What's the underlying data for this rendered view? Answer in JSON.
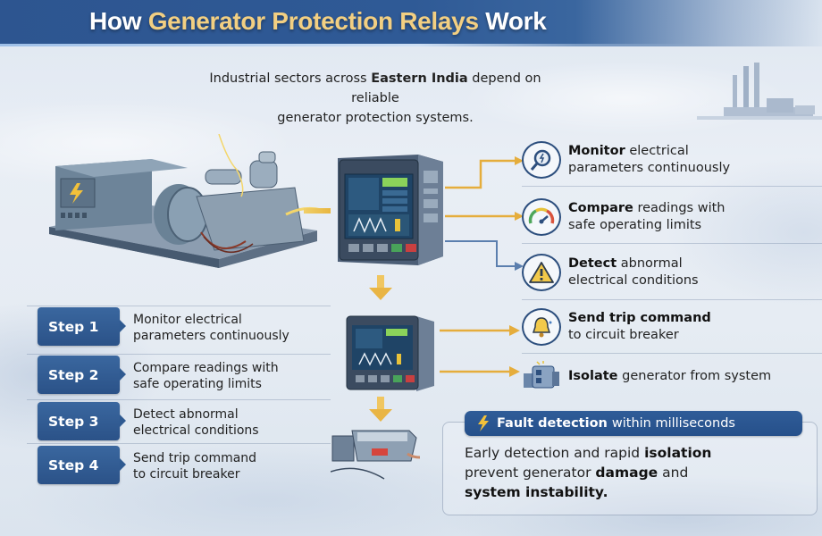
{
  "header": {
    "title_prefix": "How ",
    "title_highlight": "Generator Protection Relays",
    "title_suffix": " Work"
  },
  "intro": {
    "line1_before": "Industrial sectors across ",
    "line1_bold": "Eastern India",
    "line1_after": " depend on reliable",
    "line2": "generator protection systems."
  },
  "features": [
    {
      "icon": "magnifier-signal-icon",
      "bold": "Monitor",
      "rest1": " electrical",
      "line2": "parameters continuously"
    },
    {
      "icon": "gauge-icon",
      "bold": "Compare",
      "rest1": " readings with",
      "line2": "safe operating limits"
    },
    {
      "icon": "warning-icon",
      "bold": "Detect",
      "rest1": " abnormal",
      "line2": "electrical conditions"
    },
    {
      "icon": "bell-icon",
      "bold": "Send trip command",
      "rest1": "",
      "line2": "to circuit breaker"
    },
    {
      "icon": "breaker-device-icon",
      "bold": "Isolate",
      "rest1": " generator from system",
      "line2": ""
    }
  ],
  "steps": [
    {
      "label": "Step 1",
      "line1": "Monitor electrical",
      "line2": "parameters continuously"
    },
    {
      "label": "Step 2",
      "line1": "Compare readings with",
      "line2": "safe operating limits"
    },
    {
      "label": "Step 3",
      "line1": "Detect abnormal",
      "line2": "electrical conditions"
    },
    {
      "label": "Step 4",
      "line1": "Send trip command",
      "line2": "to circuit breaker"
    }
  ],
  "fault": {
    "pill_bold": "Fault detection",
    "pill_rest": "within milliseconds",
    "body_1": "Early detection and rapid ",
    "body_bold_1": "isolation",
    "body_2": "prevent generator ",
    "body_bold_2": "damage",
    "body_3": " and",
    "body_bold_3": "system instability."
  },
  "colors": {
    "header_blue": "#2f5a96",
    "title_gold": "#f2cf82",
    "step_blue": "#2f5a91",
    "arrow_gold": "#e9b544",
    "arrow_blue": "#5b7fae"
  }
}
